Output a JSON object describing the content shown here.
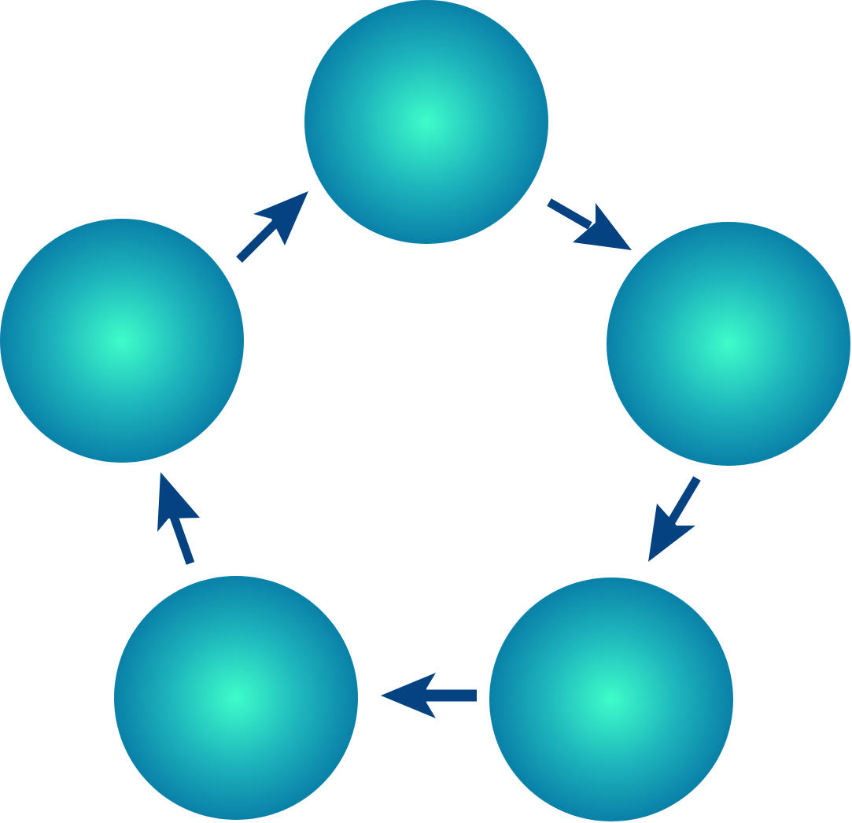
{
  "diagram": {
    "type": "cycle",
    "node_count": 5,
    "direction": "clockwise",
    "nodes": [
      {
        "id": "node-1",
        "label": ""
      },
      {
        "id": "node-2",
        "label": ""
      },
      {
        "id": "node-3",
        "label": ""
      },
      {
        "id": "node-4",
        "label": ""
      },
      {
        "id": "node-5",
        "label": ""
      }
    ],
    "edges": [
      {
        "from": "node-1",
        "to": "node-2"
      },
      {
        "from": "node-2",
        "to": "node-3"
      },
      {
        "from": "node-3",
        "to": "node-4"
      },
      {
        "from": "node-4",
        "to": "node-5"
      },
      {
        "from": "node-5",
        "to": "node-1"
      }
    ]
  },
  "colors": {
    "node_center": "#3efdc9",
    "node_mid": "#1db4bc",
    "node_edge": "#0a80a8",
    "arrow": "#054282",
    "background": "#ffffff"
  }
}
